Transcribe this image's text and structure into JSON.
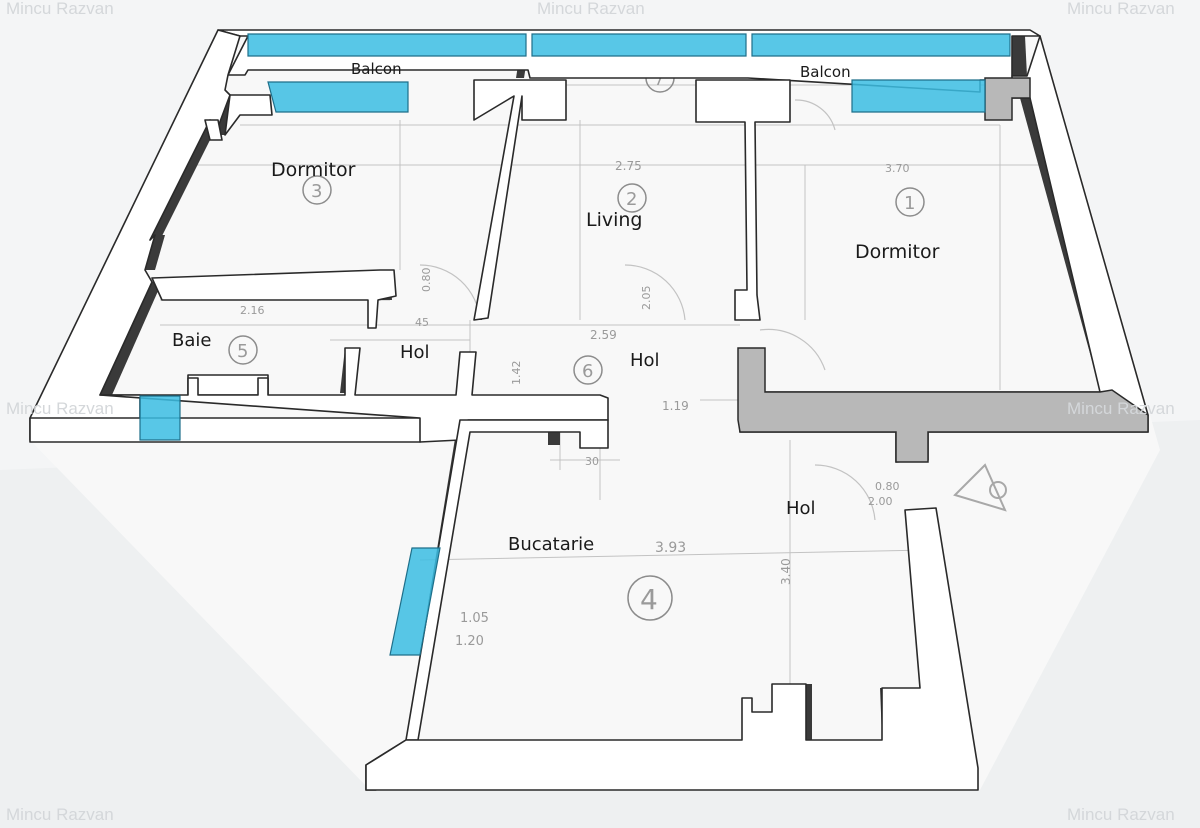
{
  "watermarks": {
    "top_left": "Mincu Razvan",
    "top_center": "Mincu Razvan",
    "top_right": "Mincu Razvan",
    "mid_left": "Mincu Razvan",
    "mid_right": "Mincu Razvan",
    "bottom_left": "Mincu Razvan",
    "bottom_right": "Mincu Razvan"
  },
  "rooms": {
    "balcon_left": "Balcon",
    "balcon_right": "Balcon",
    "dormitor_left": "Dormitor",
    "living": "Living",
    "dormitor_right": "Dormitor",
    "baie": "Baie",
    "hol_small": "Hol",
    "hol_center": "Hol",
    "hol_right": "Hol",
    "bucatarie": "Bucatarie"
  },
  "room_numbers": {
    "r1": "1",
    "r2": "2",
    "r3": "3",
    "r4": "4",
    "r5": "5",
    "r6": "6",
    "r7": "7"
  },
  "dimensions": {
    "d_393": "3.93",
    "d_275": "2.75",
    "d_259": "2.59",
    "d_119": "1.19",
    "d_340": "3.40",
    "d_216": "2.16",
    "d_370": "3.70",
    "d_080": "0.80",
    "d_205": "2.05",
    "d_105": "1.05",
    "d_120": "1.20",
    "d_080b": "0.80",
    "d_200": "2.00",
    "d_45": "45",
    "d_30": "30",
    "d_142": "1.42"
  },
  "colors": {
    "glass": "#3bbde3",
    "wall_top": "#ffffff",
    "wall_side": "#3a3a3a",
    "wall_gray": "#b8b8b8",
    "plan_lines": "#b0b0b0",
    "floor": "#f4f5f6"
  }
}
